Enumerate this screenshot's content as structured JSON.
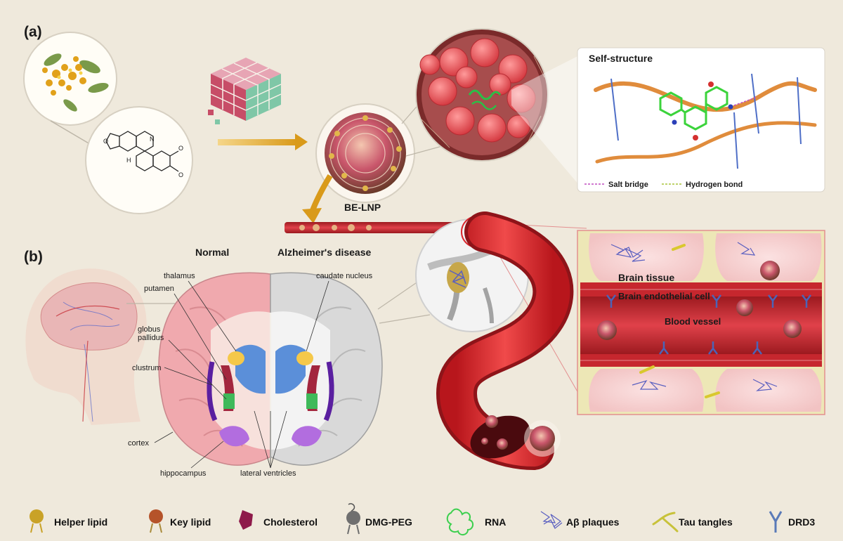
{
  "panels": {
    "a": "(a)",
    "b": "(b)"
  },
  "nanoparticle": {
    "label": "BE-LNP"
  },
  "self_structure": {
    "title": "Self-structure",
    "salt_bridge": "Salt bridge",
    "hydrogen_bond": "Hydrogen bond"
  },
  "molecule": {
    "hydrogen": "H"
  },
  "brain": {
    "normal": "Normal",
    "alzheimers": "Alzheimer's disease",
    "labels": {
      "thalamus": "thalamus",
      "putamen": "putamen",
      "globus": "globus",
      "pallidus": "pallidus",
      "clustrum": "clustrum",
      "cortex": "cortex",
      "hippocampus": "hippocampus",
      "lateral_ventricles": "lateral ventricles",
      "caudate_nucleus": "caudate nucleus"
    }
  },
  "vessel_detail": {
    "brain_tissue": "Brain tissue",
    "endothelial": "Brain endothelial cell",
    "blood_vessel": "Blood vessel"
  },
  "legend": [
    {
      "name": "Helper lipid",
      "icon": "helper-lipid-icon",
      "color": "#c9a227"
    },
    {
      "name": "Key lipid",
      "icon": "key-lipid-icon",
      "color": "#b5532a"
    },
    {
      "name": "Cholesterol",
      "icon": "cholesterol-icon",
      "color": "#8e1a4a"
    },
    {
      "name": "DMG-PEG",
      "icon": "dmg-peg-icon",
      "color": "#6f6f6f"
    },
    {
      "name": "RNA",
      "icon": "rna-icon",
      "color": "#3ccf4e"
    },
    {
      "name": "Aβ plaques",
      "icon": "abeta-plaques-icon",
      "color": "#5a5fc0"
    },
    {
      "name": "Tau tangles",
      "icon": "tau-tangles-icon",
      "color": "#c8c23a"
    },
    {
      "name": "DRD3",
      "icon": "drd3-icon",
      "color": "#5a7ab8"
    }
  ]
}
